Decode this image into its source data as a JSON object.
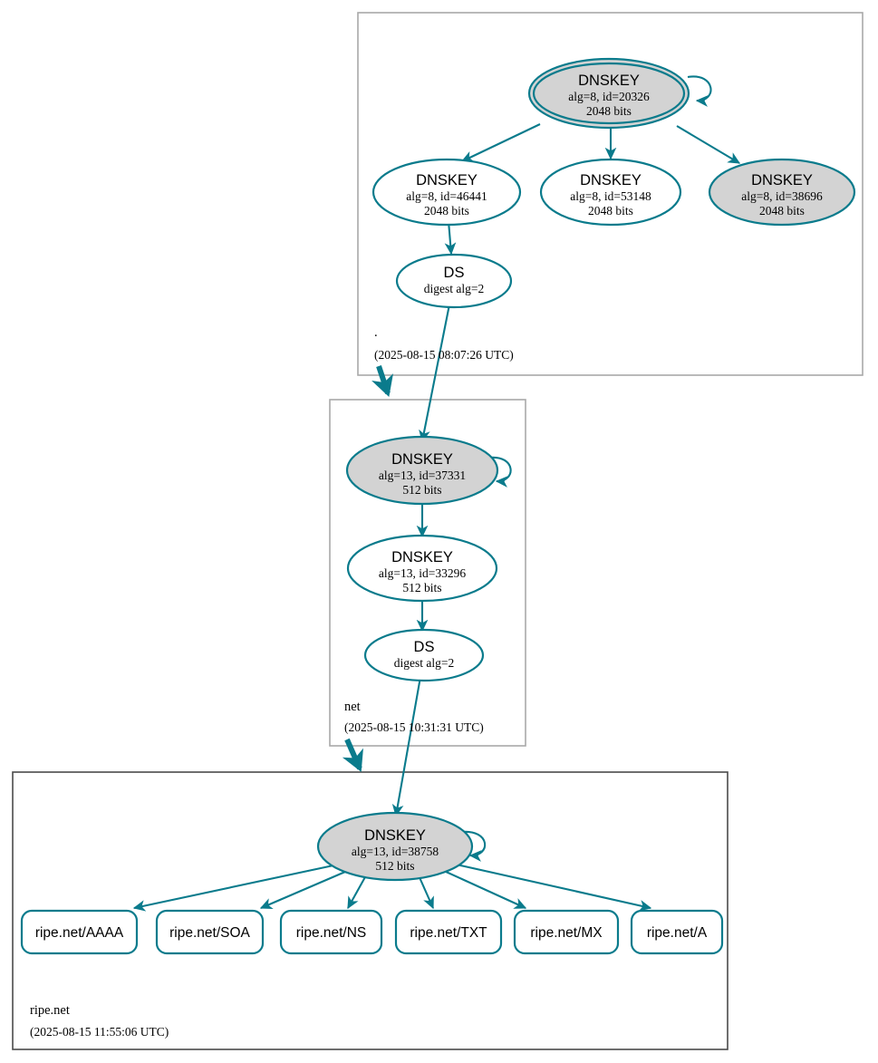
{
  "diagram": {
    "kind": "dnssec-authentication-chain",
    "colors": {
      "edge": "#0a7b8c",
      "node_stroke": "#0a7b8c",
      "secure_fill": "#d3d3d3",
      "plain_fill": "#ffffff",
      "zone_border": "#a8a8a8",
      "leaf_zone_border": "#4a4a4a",
      "text": "#000000",
      "background": "#ffffff"
    }
  },
  "zones": [
    {
      "id": "root",
      "name": ".",
      "timestamp": "(2025-08-15 08:07:26 UTC)",
      "nodes": [
        {
          "id": "root-ksk-20326",
          "type": "DNSKEY",
          "title": "DNSKEY",
          "line2": "alg=8, id=20326",
          "line3": "2048 bits",
          "alg": 8,
          "key_id": 20326,
          "bits": 2048,
          "fill": "gray",
          "trust_anchor": true,
          "self_signed": true
        },
        {
          "id": "root-zsk-46441",
          "type": "DNSKEY",
          "title": "DNSKEY",
          "line2": "alg=8, id=46441",
          "line3": "2048 bits",
          "alg": 8,
          "key_id": 46441,
          "bits": 2048,
          "fill": "white",
          "trust_anchor": false,
          "self_signed": false
        },
        {
          "id": "root-zsk-53148",
          "type": "DNSKEY",
          "title": "DNSKEY",
          "line2": "alg=8, id=53148",
          "line3": "2048 bits",
          "alg": 8,
          "key_id": 53148,
          "bits": 2048,
          "fill": "white",
          "trust_anchor": false,
          "self_signed": false
        },
        {
          "id": "root-zsk-38696",
          "type": "DNSKEY",
          "title": "DNSKEY",
          "line2": "alg=8, id=38696",
          "line3": "2048 bits",
          "alg": 8,
          "key_id": 38696,
          "bits": 2048,
          "fill": "gray",
          "trust_anchor": false,
          "self_signed": false
        },
        {
          "id": "root-ds-net",
          "type": "DS",
          "title": "DS",
          "line2": "digest alg=2",
          "line3": "",
          "digest_alg": 2,
          "fill": "white"
        }
      ]
    },
    {
      "id": "net",
      "name": "net",
      "timestamp": "(2025-08-15 10:31:31 UTC)",
      "nodes": [
        {
          "id": "net-ksk-37331",
          "type": "DNSKEY",
          "title": "DNSKEY",
          "line2": "alg=13, id=37331",
          "line3": "512 bits",
          "alg": 13,
          "key_id": 37331,
          "bits": 512,
          "fill": "gray",
          "trust_anchor": false,
          "self_signed": true
        },
        {
          "id": "net-zsk-33296",
          "type": "DNSKEY",
          "title": "DNSKEY",
          "line2": "alg=13, id=33296",
          "line3": "512 bits",
          "alg": 13,
          "key_id": 33296,
          "bits": 512,
          "fill": "white",
          "trust_anchor": false,
          "self_signed": false
        },
        {
          "id": "net-ds-ripe",
          "type": "DS",
          "title": "DS",
          "line2": "digest alg=2",
          "line3": "",
          "digest_alg": 2,
          "fill": "white"
        }
      ]
    },
    {
      "id": "ripe-net",
      "name": "ripe.net",
      "timestamp": "(2025-08-15 11:55:06 UTC)",
      "nodes": [
        {
          "id": "ripe-ksk-38758",
          "type": "DNSKEY",
          "title": "DNSKEY",
          "line2": "alg=13, id=38758",
          "line3": "512 bits",
          "alg": 13,
          "key_id": 38758,
          "bits": 512,
          "fill": "gray",
          "trust_anchor": false,
          "self_signed": true
        }
      ],
      "rrsets": [
        {
          "id": "rrset-aaaa",
          "label": "ripe.net/AAAA"
        },
        {
          "id": "rrset-soa",
          "label": "ripe.net/SOA"
        },
        {
          "id": "rrset-ns",
          "label": "ripe.net/NS"
        },
        {
          "id": "rrset-txt",
          "label": "ripe.net/TXT"
        },
        {
          "id": "rrset-mx",
          "label": "ripe.net/MX"
        },
        {
          "id": "rrset-a",
          "label": "ripe.net/A"
        }
      ]
    }
  ]
}
